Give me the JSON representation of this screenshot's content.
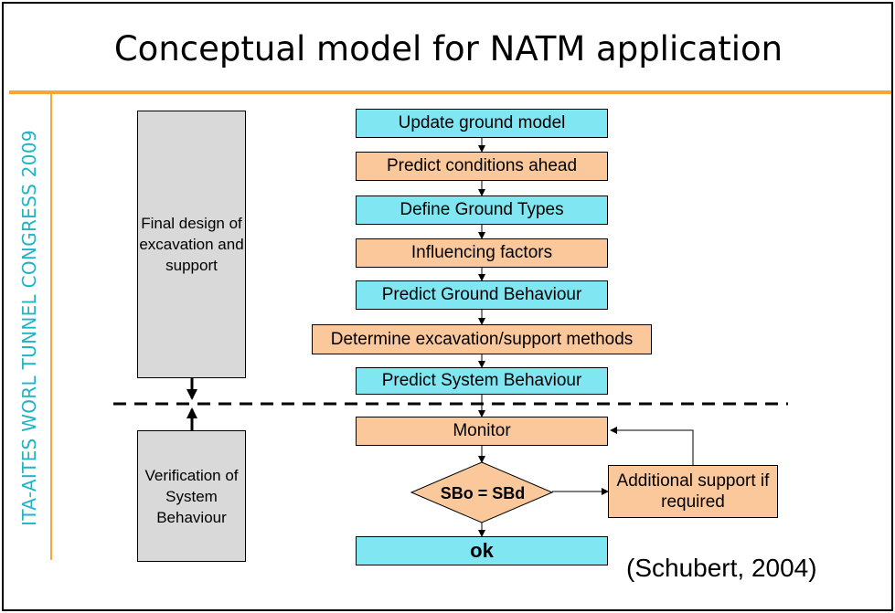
{
  "title": "Conceptual model for NATM application",
  "side_banner": "ITA-AITES WORL TUNNEL CONGRESS 2009",
  "colors": {
    "accent_orange": "#F7A533",
    "banner_text": "#22B3C4",
    "cyan_box": "#7FE6F2",
    "orange_box": "#FBC89C",
    "grey_box": "#D9D9D9"
  },
  "flow": {
    "update_ground_model": "Update ground model",
    "predict_conditions": "Predict conditions ahead",
    "define_ground_types": "Define Ground Types",
    "influencing_factors": "Influencing factors",
    "predict_ground_behaviour": "Predict Ground Behaviour",
    "determine_methods": "Determine excavation/support methods",
    "predict_system_behaviour": "Predict System Behaviour",
    "monitor": "Monitor",
    "decision": "SBo = SBd",
    "additional_support": "Additional support if required",
    "ok": "ok"
  },
  "left": {
    "final_design": "Final design of excavation and support",
    "verification": "Verification of System Behaviour"
  },
  "citation": "(Schubert, 2004)"
}
